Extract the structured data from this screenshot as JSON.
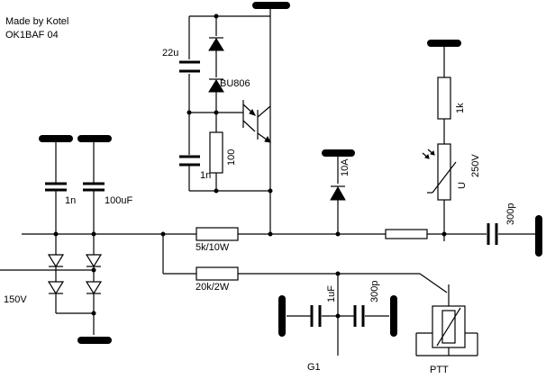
{
  "credit": {
    "line1": "Made by Kotel",
    "line2": "OK1BAF 04"
  },
  "components": {
    "c_22u": "22u",
    "diode_bu806": "BU806",
    "r_100": "100",
    "c_1n_top": "1n",
    "diode_10a": "10A",
    "r_1k": "1k",
    "varistor_250v": "250V",
    "varistor_u": "U",
    "c_1n_left": "1n",
    "c_100uf": "100uF",
    "c_300p_right": "300p",
    "r_5k": "5k/10W",
    "r_20k": "20k/2W",
    "c_1uf": "1uF",
    "c_300p_bottom": "300p",
    "supply": "150V",
    "g1": "G1",
    "ptt": "PTT"
  }
}
